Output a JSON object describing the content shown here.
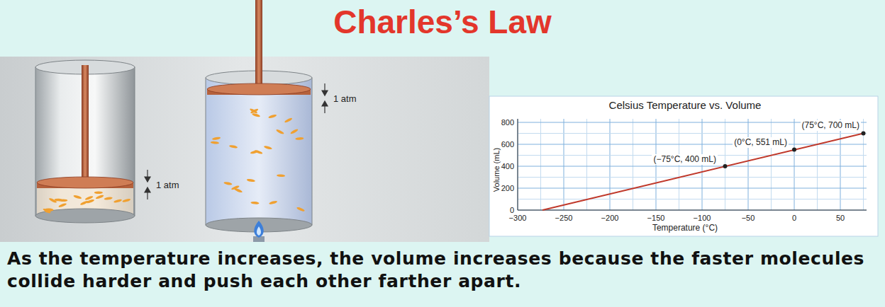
{
  "diagram": {
    "title": "Charles’s Law",
    "caption": "As the temperature increases, the volume increases because the faster molecules collide harder and push each other farther apart.",
    "labels": [
      "1 atm",
      "1 atm",
      "Celsius Temperature vs. Volume",
      "(75°C, 700 mL)",
      "(0°C, 551 mL)",
      "(−75°C, 400 mL)",
      "800",
      "600",
      "400",
      "200",
      "0",
      "Volume (mL)",
      "−300",
      "−250",
      "−200",
      "−150",
      "−100",
      "−50",
      "0",
      "50",
      "Temperature (°C)"
    ]
  }
}
